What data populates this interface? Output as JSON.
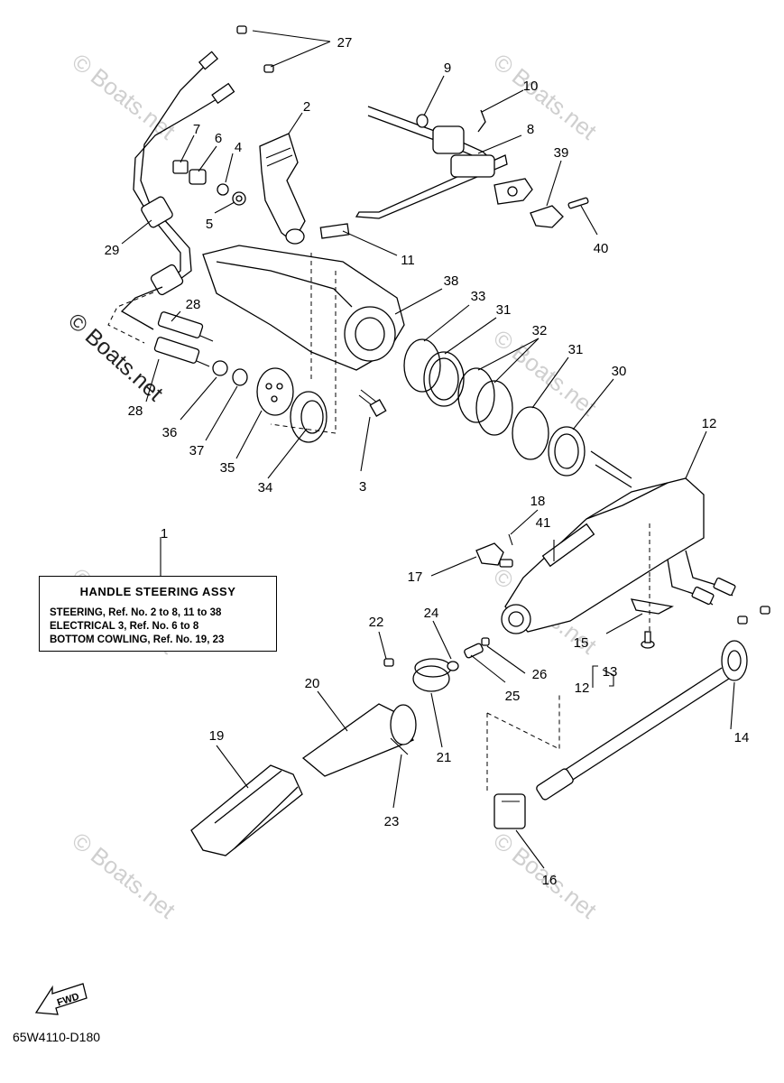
{
  "diagram_code": "65W4110-D180",
  "direction_label": "FWD",
  "watermark": "© Boats.net",
  "title_box": {
    "title": "HANDLE  STEERING ASSY",
    "line1": "STEERING, Ref. No. 2 to 8, 11 to 38",
    "line2": "ELECTRICAL 3, Ref. No. 6 to 8",
    "line3": "BOTTOM COWLING, Ref. No. 19, 23"
  },
  "callouts": {
    "c1": "1",
    "c2": "2",
    "c3": "3",
    "c4": "4",
    "c5": "5",
    "c6": "6",
    "c7": "7",
    "c8": "8",
    "c9": "9",
    "c10": "10",
    "c11": "11",
    "c12a": "12",
    "c12b": "12",
    "c13": "13",
    "c14": "14",
    "c15": "15",
    "c16": "16",
    "c17": "17",
    "c18": "18",
    "c19": "19",
    "c20": "20",
    "c21": "21",
    "c22": "22",
    "c23": "23",
    "c24": "24",
    "c25": "25",
    "c26": "26",
    "c27": "27",
    "c28a": "28",
    "c28b": "28",
    "c29": "29",
    "c30": "30",
    "c31a": "31",
    "c31b": "31",
    "c32": "32",
    "c33": "33",
    "c34": "34",
    "c35": "35",
    "c36": "36",
    "c37": "37",
    "c38": "38",
    "c39": "39",
    "c40": "40",
    "c41": "41"
  }
}
